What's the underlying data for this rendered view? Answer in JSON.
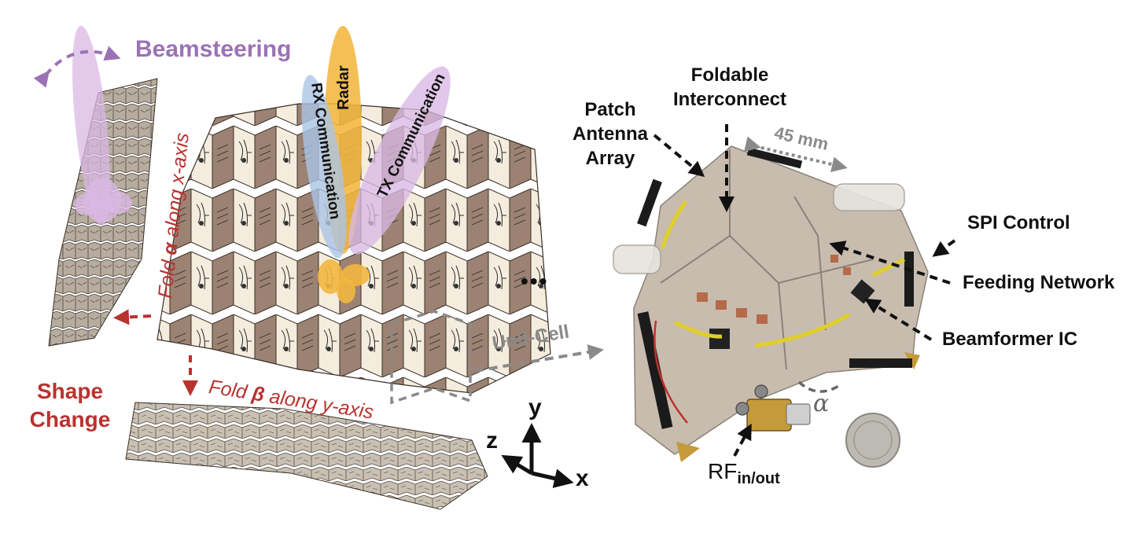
{
  "labels": {
    "beamsteering": "Beamsteering",
    "radar": "Radar",
    "rx_communication": "RX Communication",
    "tx_communication": "TX Communication",
    "fold_alpha_prefix": "Fold ",
    "fold_alpha_symbol": "α",
    "fold_alpha_suffix": " along x-axis",
    "fold_beta_prefix": "Fold ",
    "fold_beta_symbol": "β",
    "fold_beta_suffix": " along y-axis",
    "shape_change_line1": "Shape",
    "shape_change_line2": "Change",
    "ellipsis": "•••",
    "unit_cell": "Unit-Cell",
    "axis_y": "y",
    "axis_z": "z",
    "axis_x": "x",
    "foldable_line1": "Foldable",
    "foldable_line2": "Interconnect",
    "patch_line1": "Patch",
    "patch_line2": "Antenna",
    "patch_line3": "Array",
    "dimension_45mm": "45 mm",
    "spi_control": "SPI Control",
    "feeding_network": "Feeding Network",
    "beamformer_ic": "Beamformer IC",
    "alpha_angle": "α",
    "rf_main": "RF",
    "rf_sub": "in/out"
  },
  "colors": {
    "beamsteering_purple": "#9b72b5",
    "radar_orange": "#f3b73f",
    "rx_blue": "#aac4e6",
    "tx_purple": "#d9b8e4",
    "fold_red": "#b8322f",
    "unit_cell_grey": "#8a8a8a",
    "tile_brown": "#9c8272",
    "tile_cream": "#f4ecdd",
    "device_tan": "#c7bcae",
    "gold": "#c59a3a",
    "coin_silver": "#bdbab3"
  }
}
